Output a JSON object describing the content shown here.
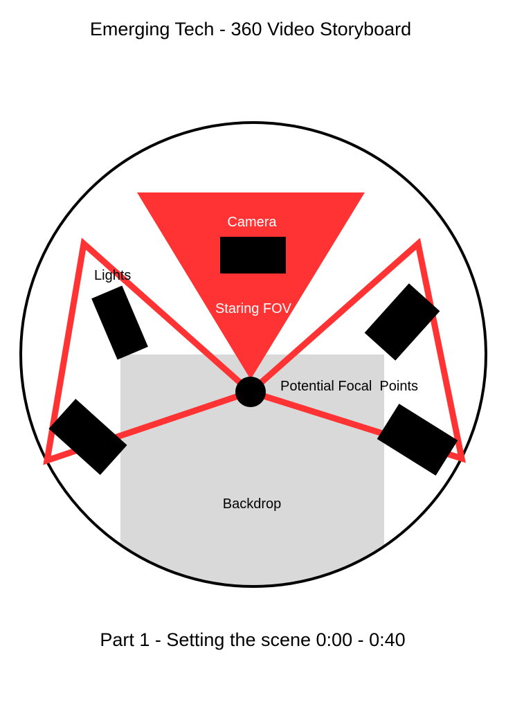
{
  "title": "Emerging Tech - 360 Video Storyboard",
  "footer": "Part 1 - Setting the scene 0:00 - 0:40",
  "labels": {
    "camera": "Camera",
    "fov": "Staring FOV",
    "lights": "Lights",
    "focal": "Potential Focal  Points",
    "backdrop": "Backdrop"
  },
  "colors": {
    "accent": "#ff3333",
    "backdrop": "#d9d9d9",
    "ink": "#000000"
  }
}
